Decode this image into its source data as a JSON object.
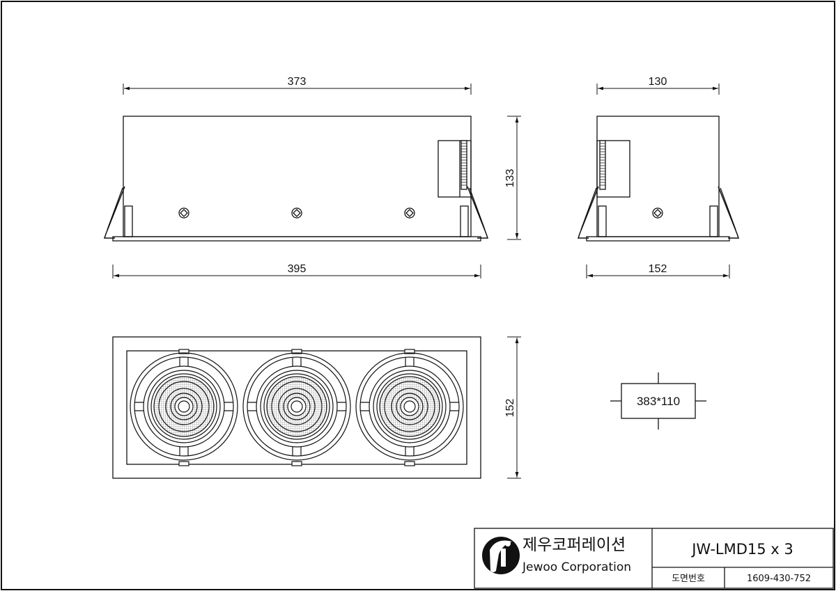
{
  "dimensions": {
    "front_width": "373",
    "front_overall_width": "395",
    "front_height": "133",
    "side_width": "130",
    "side_overall_width": "152",
    "plan_height": "152",
    "cutout": "383*110"
  },
  "title_block": {
    "company_korean": "제우코퍼레이션",
    "company_english": "Jewoo Corporation",
    "model": "JW-LMD15 x 3",
    "drawing_number_label": "도면번호",
    "drawing_number": "1609-430-752"
  }
}
